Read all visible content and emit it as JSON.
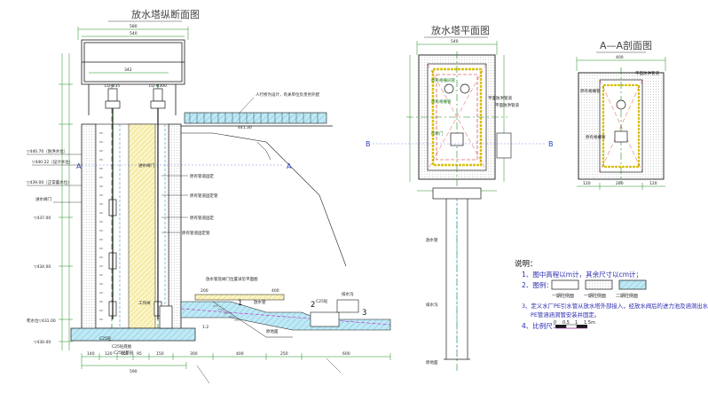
{
  "titles": {
    "longitudinal": "放水塔纵断面图",
    "plan": "放水塔平面图",
    "side": "A—A剖面图"
  },
  "section_marks": {
    "a": "A",
    "b": "B"
  },
  "dims": {
    "top_overall": "580",
    "top_inner": "540",
    "top_small": "342",
    "bottom_total": "590",
    "bottom": [
      "140",
      "120",
      "100",
      "95",
      "150",
      "300",
      "400",
      "250",
      "600"
    ],
    "plan_top": "540",
    "side_top": "400",
    "side_bottom": [
      "120",
      "280",
      "120"
    ],
    "channel": "200",
    "channel_lower": "400"
  },
  "elevations": [
    "▽440.70（防洪水位）",
    "▽440.22（设计水位）",
    "▽439.00（正常蓄水位）",
    "▽437.00",
    "▽434.00",
    "死水位▽431.00",
    "▽430.00"
  ],
  "labels": {
    "valve_left": "LQ-Φ35",
    "valve_right": "LQ-Φ300",
    "bridge_note": "人行桥为设计，有关单位负责另外配",
    "bridge_el": "441.30",
    "pipe_support_1": "原有管道固定",
    "pipe_support_2": "原有管道固定管",
    "pipe_support_3": "原有管道固定",
    "pipe_support_4": "原有管道固定管",
    "inlet_left": "进水阀门",
    "inlet_right": "进水阀门",
    "sluice": "工作闸",
    "c25_1": "C25砼底板",
    "c25_2": "C25砼垫层",
    "c25_3": "C25砼",
    "c25_4": "C25砼",
    "pipe_note": "放水管及阀门位置详见平面图",
    "ditch": "排水沟",
    "discharge": "放水管",
    "ground": "原地面",
    "slope": "1:2",
    "num_1": "1",
    "num_2": "2",
    "num_3": "3",
    "plan_l1": "原有格栅间管",
    "plan_l2": "原有格栅管",
    "plan_l3": "平面防洪管道",
    "plan_l4": "平面防洪管道",
    "plan_l5": "检修门",
    "side_l1": "平面防洪管道",
    "side_l2": "原有格栅管",
    "side_l3": "原有格栅管"
  },
  "notes": {
    "heading": "说明：",
    "n1": "1、图中高程以m计，其余尺寸以cm计；",
    "n2": "2、图例：",
    "legend": [
      "一期砼侧面",
      "一期砼侧面",
      "二期砼侧面"
    ],
    "n3a": "3、定义水厂PE引水管从放水塔外部接入，经放水阀后的进力池及涵洞出水，",
    "n3b": "PE管涵涵洞管安装并固定。",
    "n4": "4、比例尺：",
    "scale": [
      "0",
      "0.5",
      "1",
      "1.5m"
    ]
  },
  "colors": {
    "line": "#1a1a1a",
    "green": "#1a8a1a",
    "cyan": "#2a9ac0",
    "red": "#d02020",
    "magenta": "#c020c0",
    "yellow": "#d8c010",
    "fill_cyan": "#a8e0f0",
    "dim_green": "#1e8a1e"
  }
}
